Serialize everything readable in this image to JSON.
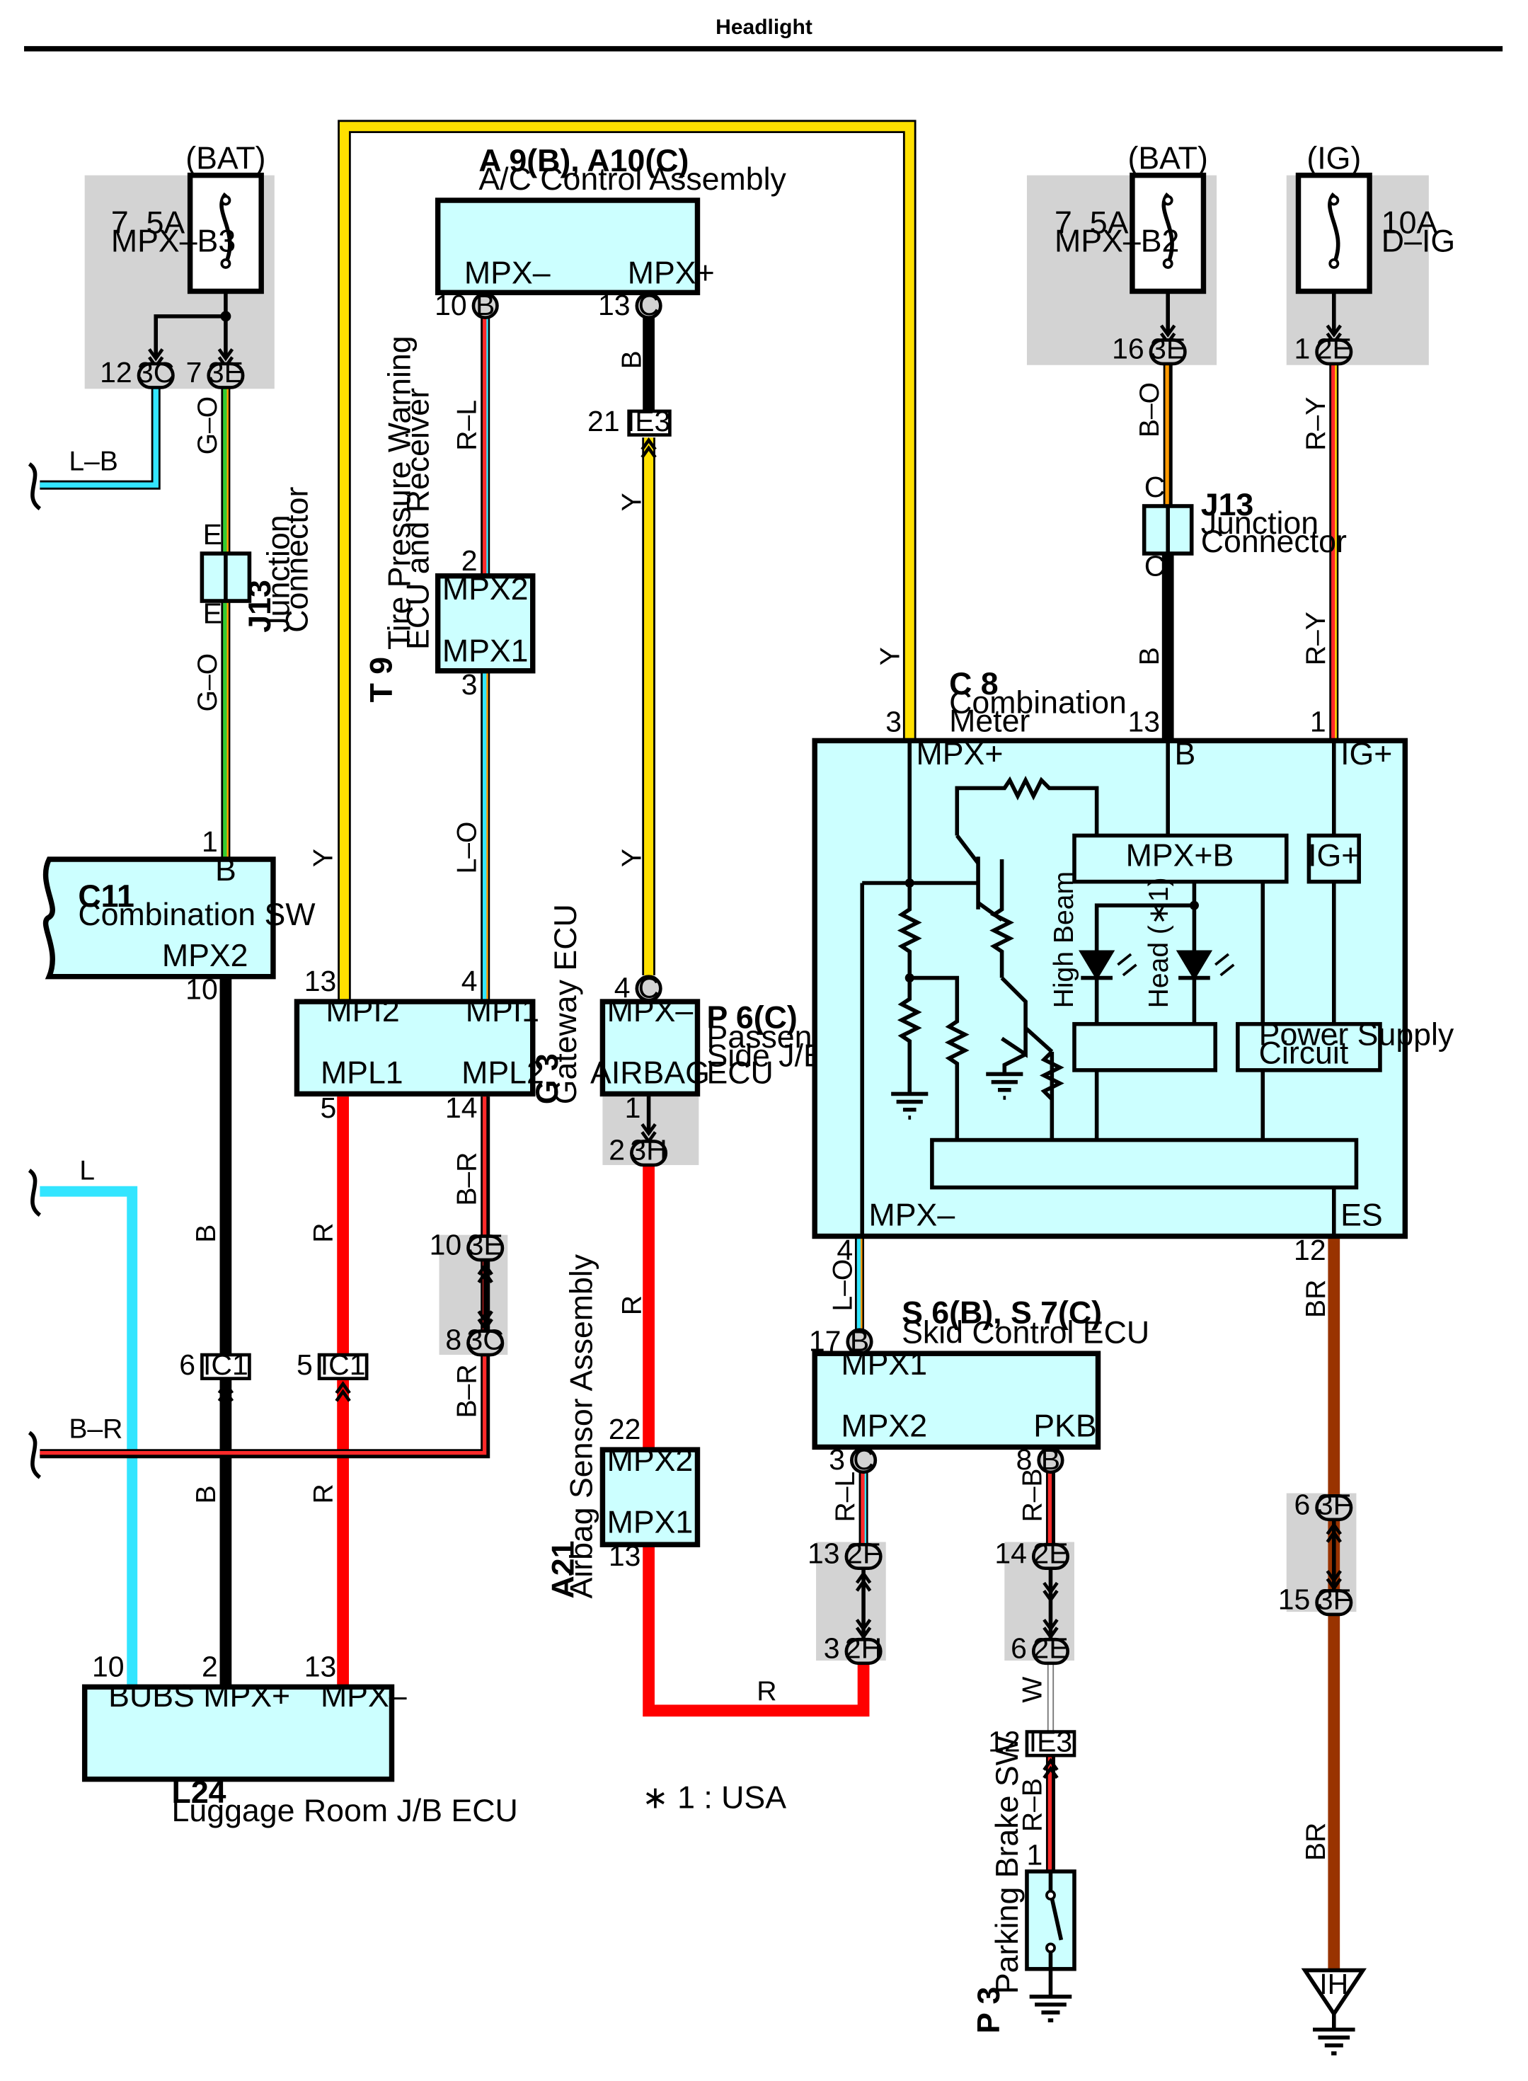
{
  "title": "Headlight",
  "footnote": "∗ 1 : USA",
  "colors": {
    "component_fill": "#ccffff",
    "connector_shade": "#d3d3d3",
    "wire_yellow": "#ffe000",
    "wire_red": "#ff0000",
    "wire_black": "#000000",
    "wire_light_blue": "#33e5ff",
    "wire_green": "#33cc33",
    "wire_orange": "#ff9900",
    "wire_brown": "#993300"
  },
  "icons": [
    "fuse-icon",
    "ground-icon",
    "connector-arrow-icon",
    "led-icon",
    "resistor-icon",
    "transistor-icon",
    "switch-icon"
  ],
  "fuses": [
    {
      "source": "(BAT)",
      "rating": "7. 5A",
      "name": "MPX–B3"
    },
    {
      "source": "(BAT)",
      "rating": "7. 5A",
      "name": "MPX–B2"
    },
    {
      "source": "(IG)",
      "rating": "10A",
      "name": "D–IG"
    }
  ],
  "components": {
    "ac": {
      "code": "A 9(B), A10(C)",
      "name": "A/C Control Assembly",
      "t1": "MPX–",
      "t2": "MPX+"
    },
    "tpms": {
      "code": "T 9",
      "name1": "Tire Pressure Warning",
      "name2": "ECU and Receiver",
      "t1": "MPX2",
      "t2": "MPX1"
    },
    "cs": {
      "code": "C11",
      "name": "Combination SW",
      "t1": "B",
      "t2": "MPX2"
    },
    "gw": {
      "code": "G 3",
      "name": "Gateway ECU",
      "t1": "MPI2",
      "t2": "MPI1",
      "t3": "MPL1",
      "t4": "MPL2"
    },
    "pjb": {
      "code": "P 6(C)",
      "name1": "Passenger",
      "name2": "Side J/B",
      "name3": "ECU",
      "t1": "MPX–",
      "t2": "AIRBAG"
    },
    "meter": {
      "code": "C 8",
      "name1": "Combination",
      "name2": "Meter",
      "t1": "MPX+",
      "t2": "B",
      "t3": "IG+",
      "t4": "MPX–",
      "t5": "ES",
      "b1": "MPX+B",
      "b2": "IG+",
      "b3a": "Power Supply",
      "b3b": "Circuit",
      "hb": "High Beam",
      "hd": "Head (∗1)"
    },
    "skid": {
      "code": "S 6(B), S 7(C)",
      "name": "Skid Control ECU",
      "t1": "MPX1",
      "t2": "MPX2",
      "t3": "PKB"
    },
    "air": {
      "code": "A21",
      "name": "Airbag Sensor Assembly",
      "t1": "MPX2",
      "t2": "MPX1"
    },
    "lug": {
      "code": "L24",
      "name": "Luggage Room J/B ECU",
      "t1": "BUBS",
      "t2": "MPX+",
      "t3": "MPX–"
    },
    "pbs": {
      "code": "P 3",
      "name": "Parking Brake SW"
    },
    "j13a": {
      "code": "J13",
      "name1": "Junction",
      "name2": "Connector",
      "pin": "E"
    },
    "j13b": {
      "code": "J13",
      "name1": "Junction",
      "name2": "Connector",
      "pin": "C"
    }
  },
  "connectors": {
    "c3C": "3C",
    "c3E": "3E",
    "c3H": "3H",
    "c2E": "2E",
    "c2F": "2F",
    "c2H": "2H",
    "c3F": "3F",
    "cIE3": "IE3",
    "cIC1": "IC1",
    "cB": "B",
    "cC": "C",
    "cIH": "IH"
  },
  "wires": {
    "LB": "L–B",
    "L": "L",
    "BR": "B–R",
    "GO": "G–O",
    "B": "B",
    "R": "R",
    "Y": "Y",
    "RL": "R–L",
    "LO": "L–O",
    "BO": "B–O",
    "RY": "R–Y",
    "RB": "R–B",
    "W": "W",
    "BRN": "BR"
  },
  "pins": {
    "p1": "1",
    "p2": "2",
    "p3": "3",
    "p4": "4",
    "p5": "5",
    "p6": "6",
    "p7": "7",
    "p8": "8",
    "p10": "10",
    "p12": "12",
    "p13": "13",
    "p14": "14",
    "p15": "15",
    "p16": "16",
    "p17": "17",
    "p21": "21",
    "p22": "22"
  }
}
